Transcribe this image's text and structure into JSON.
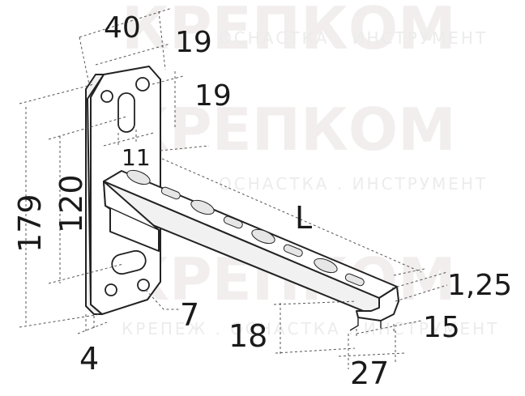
{
  "watermark": {
    "brand": "КРЕПКОМ",
    "tagline_top": "ОСНАСТКА . ИНСТРУМЕНТ",
    "tagline_mid": "ОСНАСТКА . ИНСТРУМЕНТ",
    "tagline_bottom": "КРЕПЕЖ . ОСНАСТКА . ИНСТРУМЕНТ"
  },
  "dimensions": {
    "plate_width": "40",
    "top_hole_offset_x": "19",
    "top_hole_offset_y": "19",
    "slot_width": "11",
    "hole_spacing": "120",
    "plate_height": "179",
    "plate_thickness": "4",
    "bottom_hole_offset": "7",
    "length": "L",
    "wall_thickness": "1,25",
    "profile_height": "18",
    "profile_width": "27",
    "slot_opening": "15"
  }
}
